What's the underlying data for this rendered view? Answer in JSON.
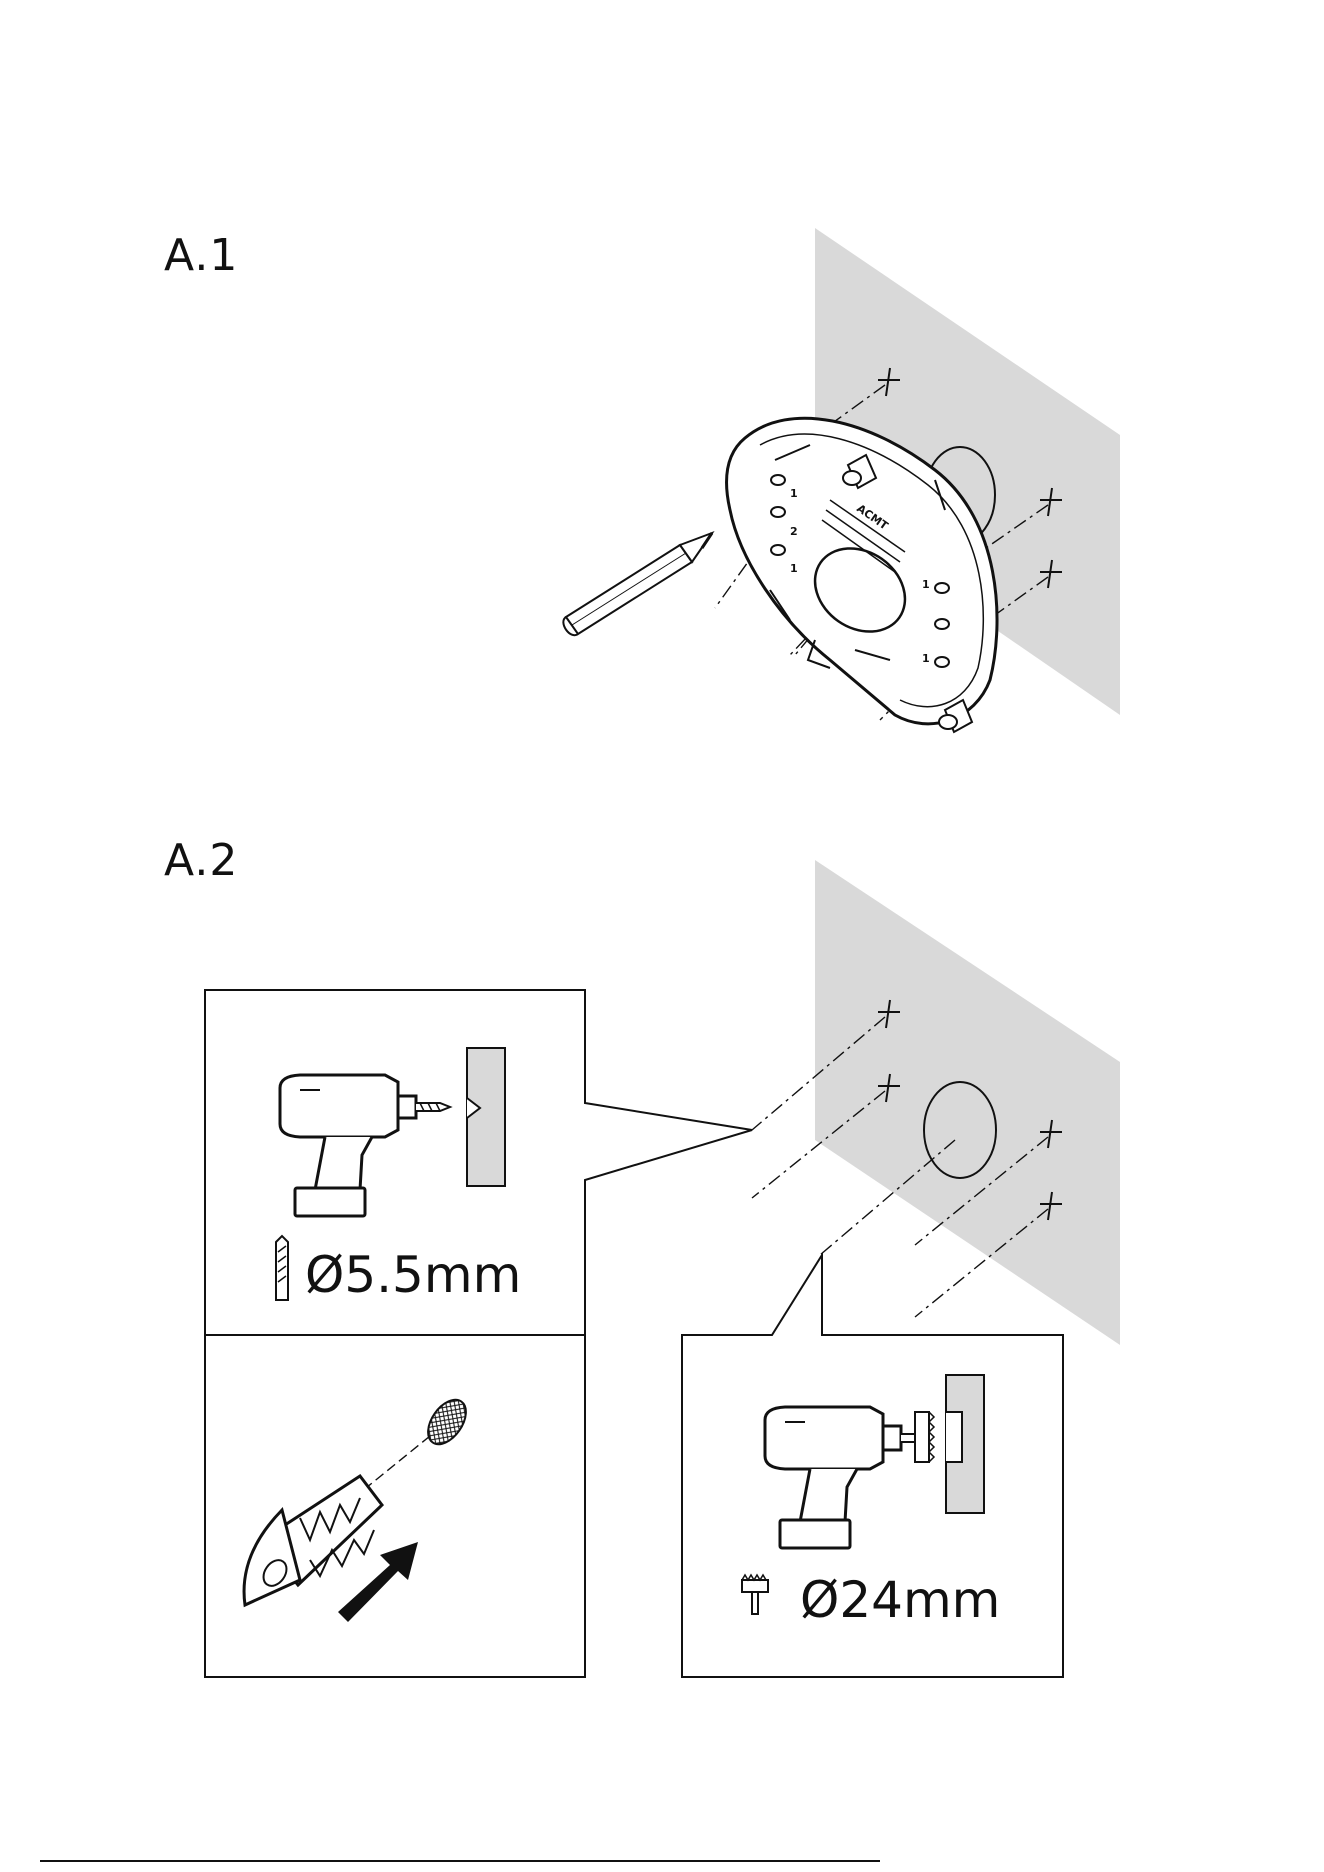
{
  "steps": {
    "a1": {
      "label": "A.1"
    },
    "a2": {
      "label": "A.2"
    }
  },
  "mount_plate": {
    "hole_marks": [
      "1",
      "2",
      "1",
      "1",
      "1"
    ],
    "logo_text": "ACMT"
  },
  "specs": {
    "drill_bit_diameter": "Ø5.5mm",
    "hole_saw_diameter": "Ø24mm"
  },
  "colors": {
    "wall": "#d9d9d9",
    "line": "#111111",
    "background": "#ffffff"
  },
  "icons": {
    "pencil": "pencil-icon",
    "drill": "power-drill-icon",
    "drill_bit": "drill-bit-icon",
    "hole_saw": "hole-saw-icon",
    "wall_anchor": "wall-anchor-icon",
    "insert_arrow": "arrow-icon"
  }
}
